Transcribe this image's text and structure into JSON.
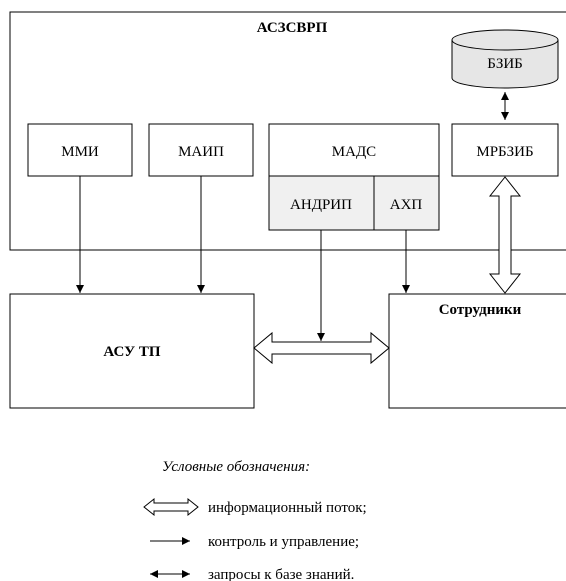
{
  "system_title": "АСЗСВРП",
  "modules": {
    "mmi": "ММИ",
    "maip": "МАИП",
    "mads": "МАДС",
    "andrip": "АНДРИП",
    "ahp": "АХП",
    "mrbzib": "МРБЗИБ"
  },
  "database": "БЗИБ",
  "asu_tp": "АСУ ТП",
  "employees": "Сотрудники",
  "legend": {
    "title": "Условные обозначения:",
    "info_flow": "информационный поток;",
    "control": "контроль и управление;",
    "kb_queries": "запросы к базе знаний."
  }
}
